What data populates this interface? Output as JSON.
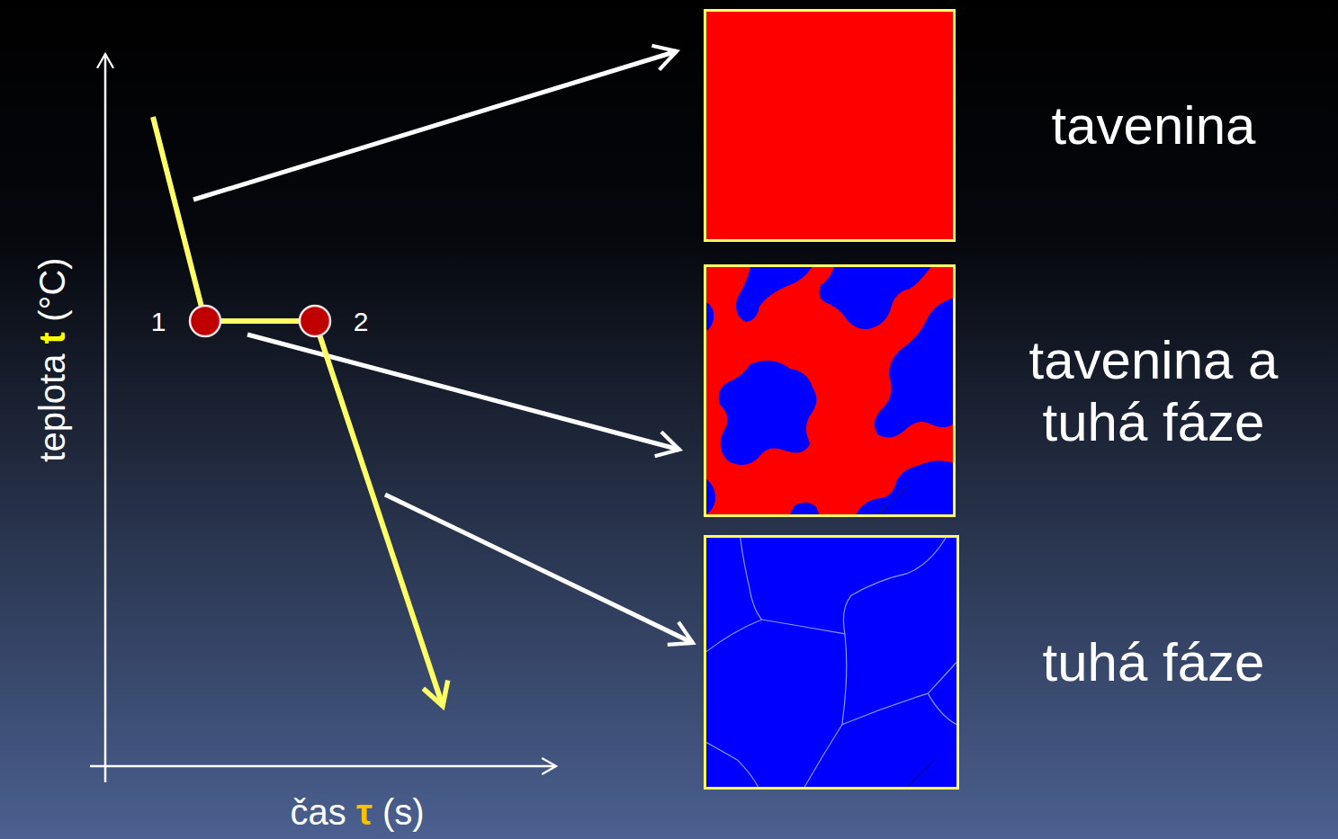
{
  "diagram": {
    "nodes": [
      {
        "text": [
          "tavenina"
        ]
      },
      {
        "text": [
          "tavenina a tuhá fáze"
        ]
      },
      {
        "text": [
          "tuhá fáze"
        ]
      }
    ],
    "labels": [
      "teplota",
      "t",
      "(°C)",
      "čas",
      "τ",
      "(s)",
      "1",
      "2"
    ]
  }
}
